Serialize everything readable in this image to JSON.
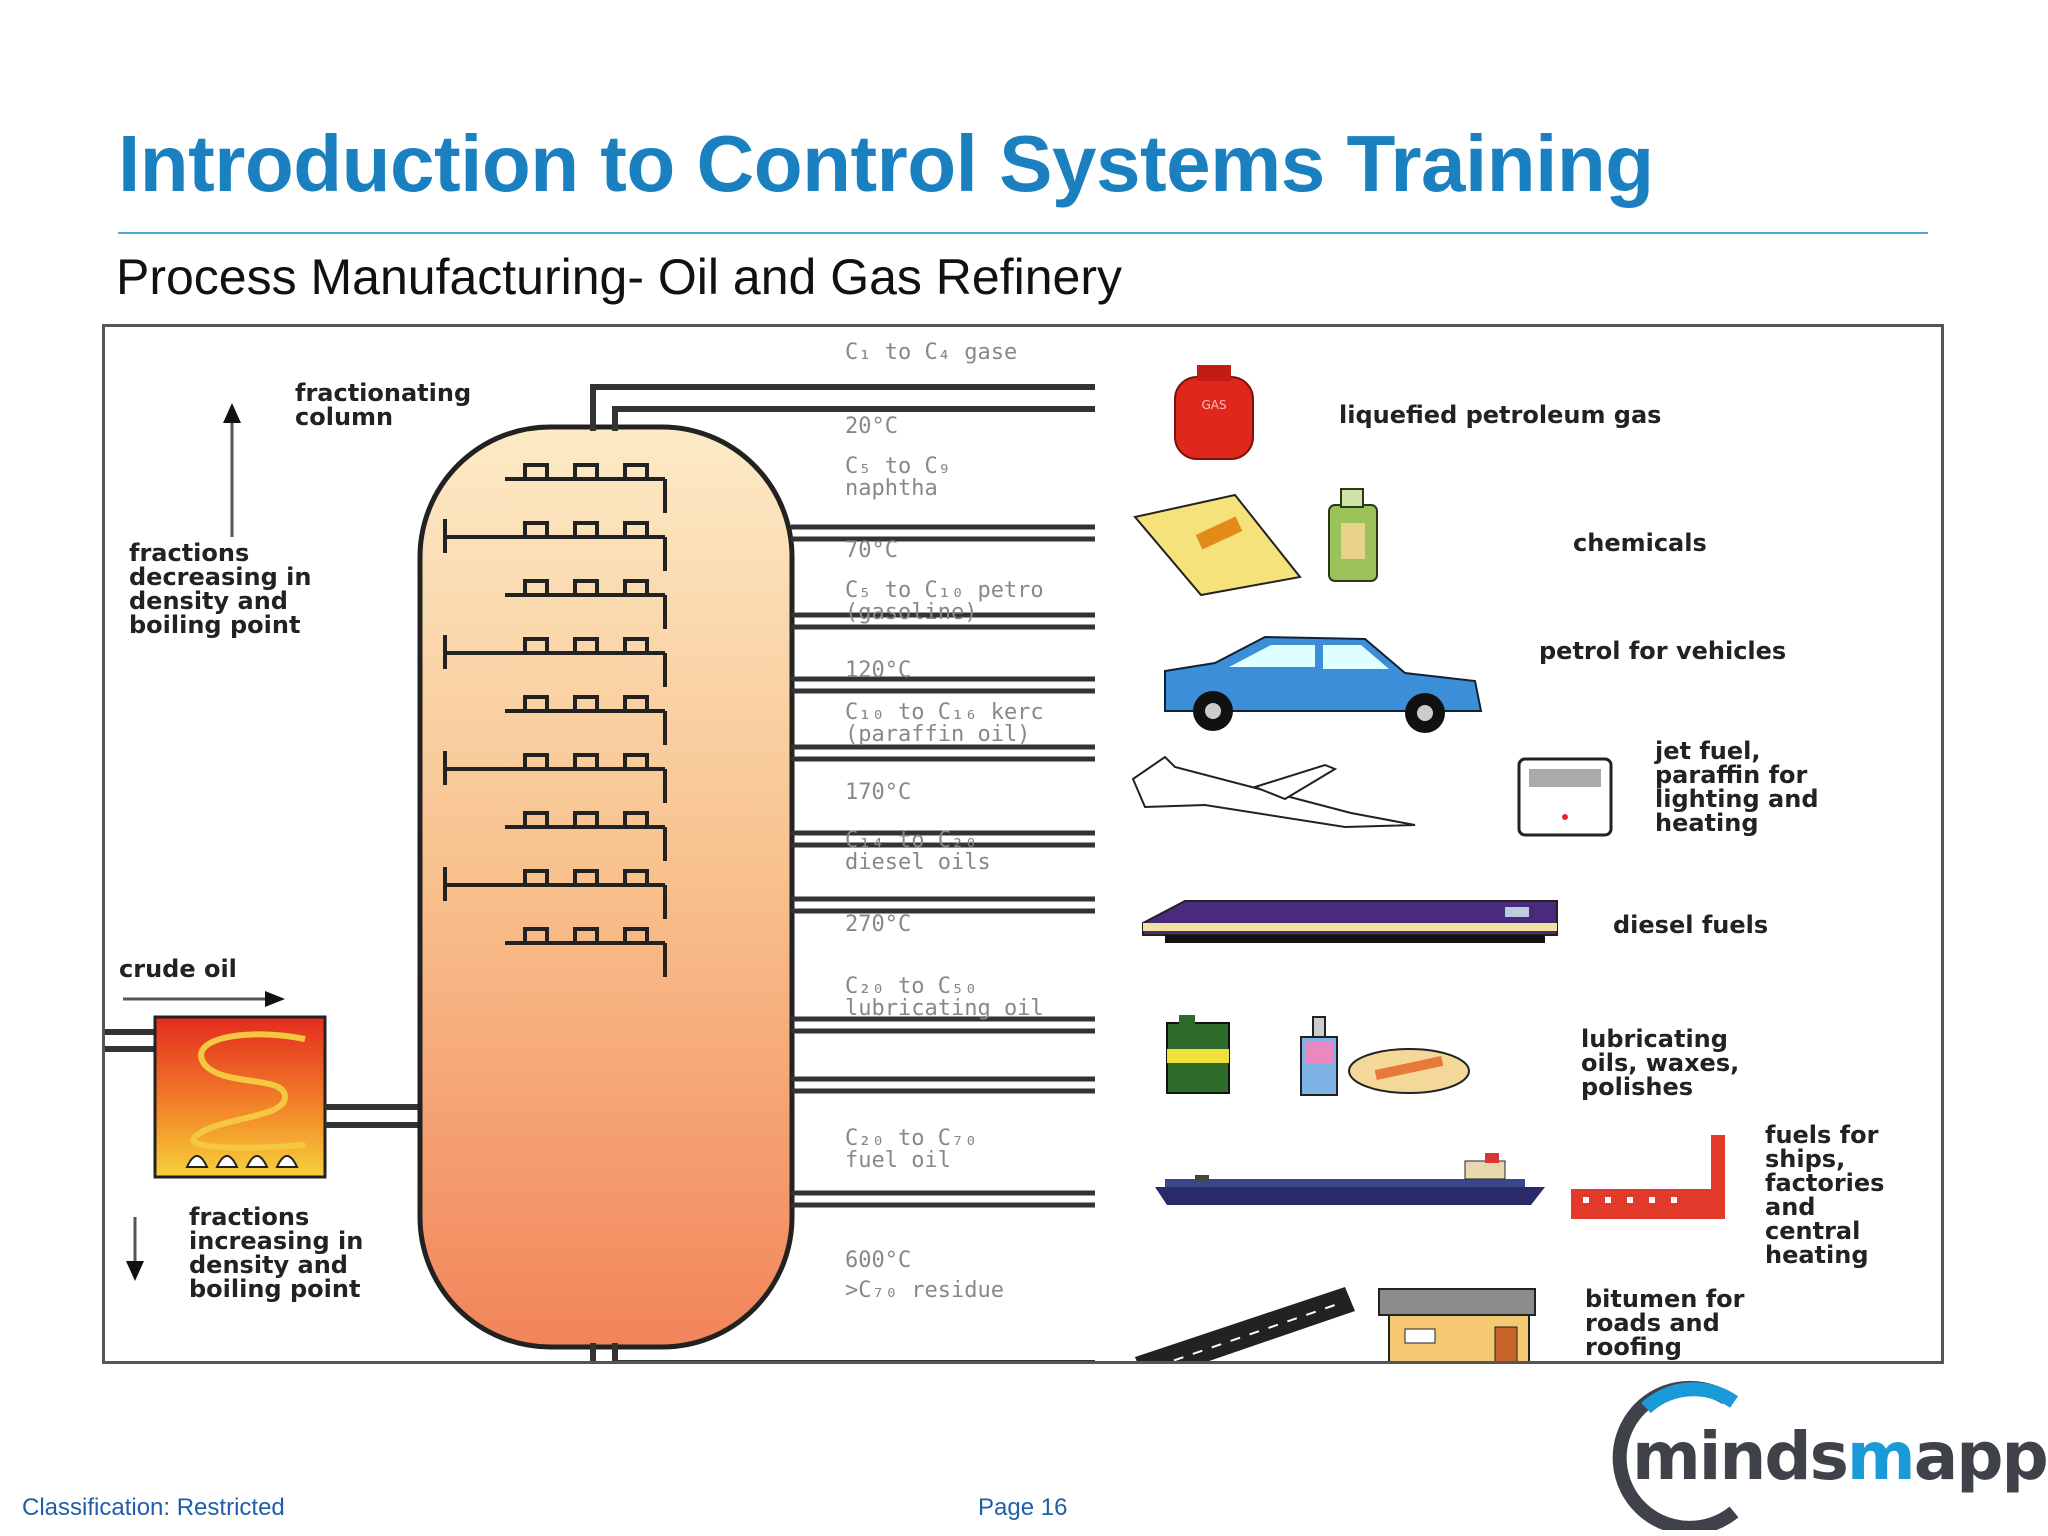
{
  "slide": {
    "title": "Introduction to Control Systems Training",
    "subtitle": "Process Manufacturing- Oil and Gas Refinery",
    "classification": "Classification: Restricted",
    "page": "Page 16"
  },
  "diagram": {
    "column_label": [
      "fractionating",
      "column"
    ],
    "up_label": [
      "fractions",
      "decreasing in",
      "density and",
      "boiling point"
    ],
    "crude_oil": "crude oil",
    "down_label": [
      "fractions",
      "increasing in",
      "density and",
      "boiling point"
    ],
    "temperatures": [
      "20°C",
      "70°C",
      "120°C",
      "170°C",
      "270°C",
      "600°C"
    ],
    "fractions": [
      [
        "C₁ to C₄ gase"
      ],
      [
        "C₅ to C₉",
        "naphtha"
      ],
      [
        "C₅ to C₁₀ petro",
        "(gasoline)"
      ],
      [
        "C₁₀ to C₁₆ kerc",
        "(paraffin oil)"
      ],
      [
        "C₁₄ to C₂₀",
        "diesel oils"
      ],
      [
        "C₂₀ to C₅₀",
        "lubricating oil"
      ],
      [
        "C₂₀ to C₇₀",
        "fuel oil"
      ],
      [
        ">C₇₀ residue"
      ]
    ],
    "products": [
      [
        "liquefied petroleum gas"
      ],
      [
        "chemicals"
      ],
      [
        "petrol for vehicles"
      ],
      [
        "jet fuel,",
        "paraffin for",
        "lighting and",
        "heating"
      ],
      [
        "diesel fuels"
      ],
      [
        "lubricating",
        "oils, waxes,",
        "polishes"
      ],
      [
        "fuels for",
        "ships,",
        "factories",
        "and",
        "central",
        "heating"
      ],
      [
        "bitumen for",
        "roads and",
        "roofing"
      ]
    ],
    "icon_labels": {
      "gas_bottle": "GAS"
    }
  },
  "logo": {
    "part1": "minds",
    "part2": "m",
    "part3": "apped"
  },
  "colors": {
    "title": "#1a80c0",
    "column_top": "#fbe3b8",
    "column_bottom": "#f38a5c",
    "furnace": "#e8542a"
  }
}
